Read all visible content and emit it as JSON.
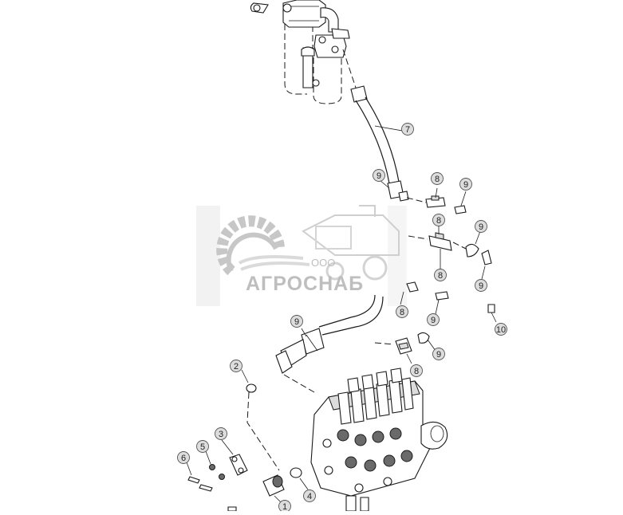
{
  "diagram": {
    "callouts": [
      "7",
      "9",
      "8",
      "9",
      "8",
      "9",
      "8",
      "9",
      "8",
      "9",
      "10",
      "9",
      "2",
      "8",
      "9",
      "3",
      "5",
      "6",
      "4",
      "1"
    ]
  },
  "watermark": {
    "line1": "ООО",
    "line2": "АГРОСНАБ",
    "color": "#9a9a9a"
  }
}
